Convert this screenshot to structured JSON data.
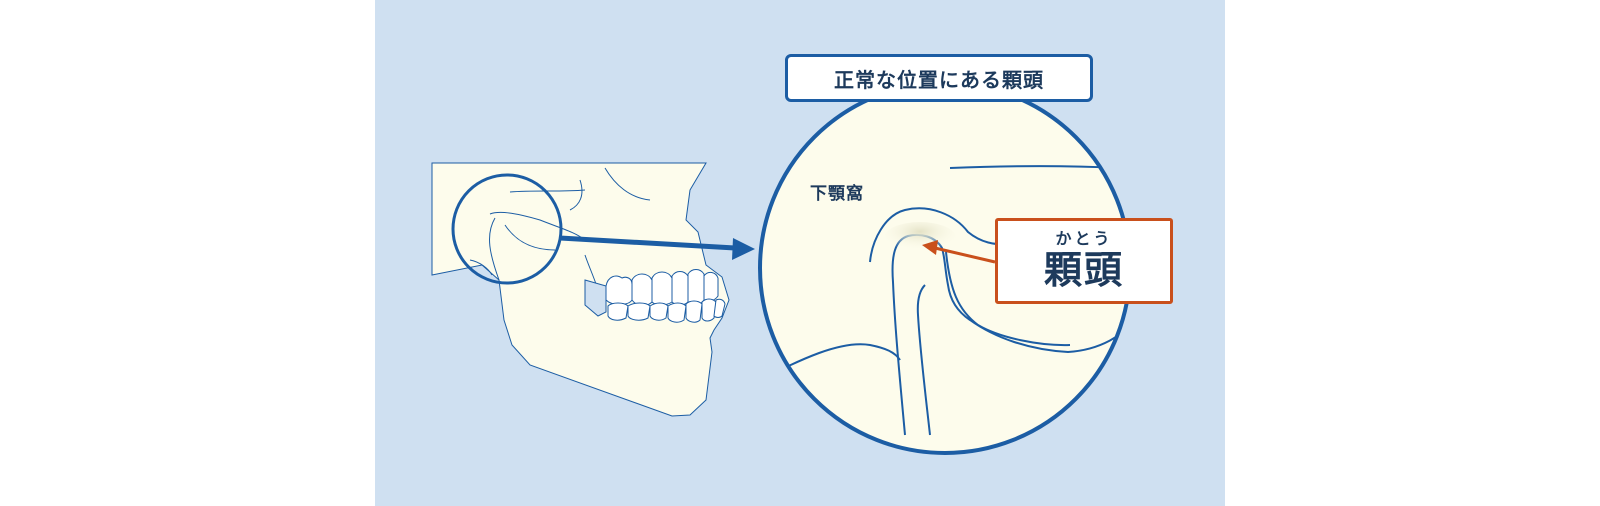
{
  "title": "正常な位置にある顆頭",
  "fossa_label": "下顎窩",
  "condyle_reading": "かとう",
  "condyle_label": "顆頭",
  "colors": {
    "panel_bg": "#cfe0f1",
    "bone_fill": "#fdfcec",
    "primary_blue": "#1c5da4",
    "accent_orange": "#c9501c",
    "text_navy": "#1d3a5c"
  }
}
